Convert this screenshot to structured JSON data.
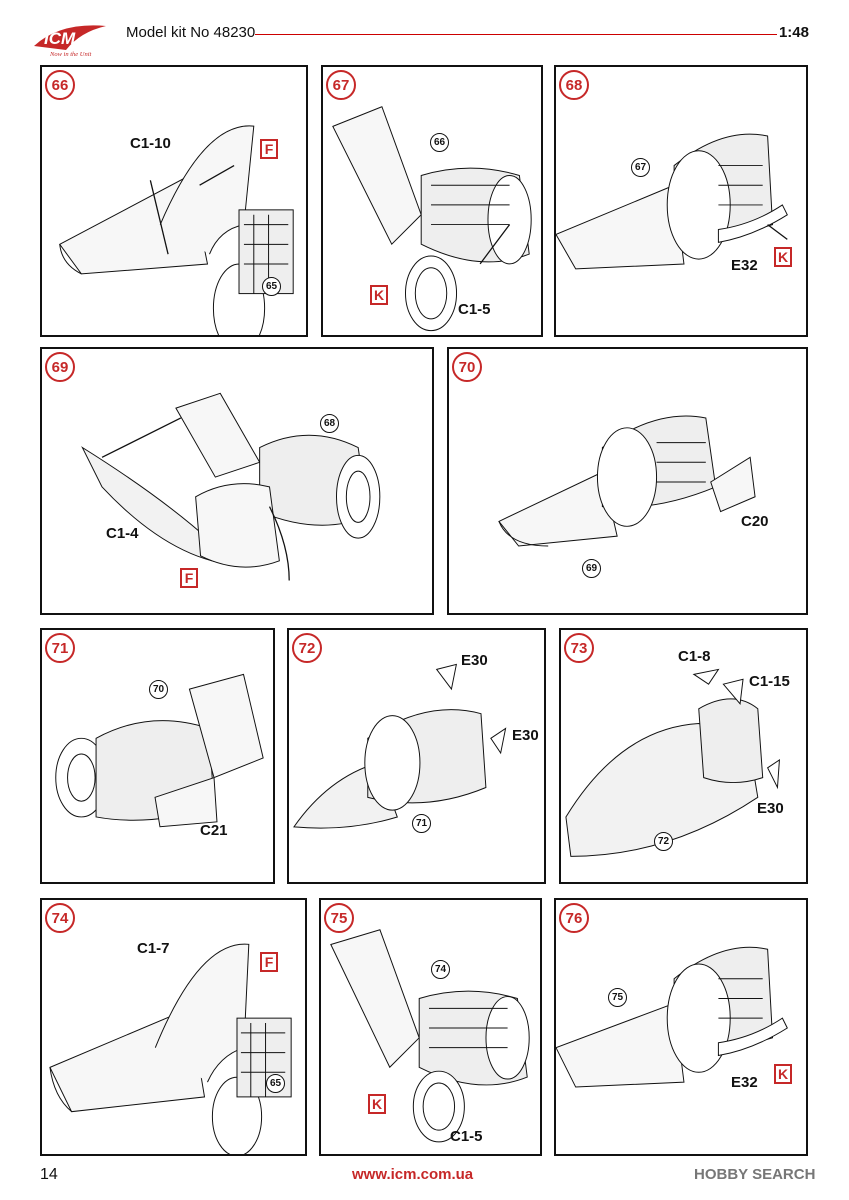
{
  "header": {
    "logo_text": "ICM",
    "logo_tagline": "Now in the Unit",
    "title": "Model kit No 48230",
    "scale": "1:48"
  },
  "colors": {
    "accent": "#c62828",
    "line": "#111111"
  },
  "steps": [
    {
      "number": "66",
      "labels": [
        "C1-10"
      ],
      "refs": [
        "65"
      ],
      "color_codes": [
        "F"
      ]
    },
    {
      "number": "67",
      "labels": [
        "C1-5"
      ],
      "refs": [
        "66"
      ],
      "color_codes": [
        "K"
      ]
    },
    {
      "number": "68",
      "labels": [
        "E32"
      ],
      "refs": [
        "67"
      ],
      "color_codes": [
        "K"
      ]
    },
    {
      "number": "69",
      "labels": [
        "C1-4"
      ],
      "refs": [
        "68"
      ],
      "color_codes": [
        "F"
      ]
    },
    {
      "number": "70",
      "labels": [
        "C20"
      ],
      "refs": [
        "69"
      ],
      "color_codes": []
    },
    {
      "number": "71",
      "labels": [
        "C21"
      ],
      "refs": [
        "70"
      ],
      "color_codes": []
    },
    {
      "number": "72",
      "labels": [
        "E30",
        "E30"
      ],
      "refs": [
        "71"
      ],
      "color_codes": []
    },
    {
      "number": "73",
      "labels": [
        "C1-8",
        "C1-15",
        "E30"
      ],
      "refs": [
        "72"
      ],
      "color_codes": []
    },
    {
      "number": "74",
      "labels": [
        "C1-7"
      ],
      "refs": [
        "65"
      ],
      "color_codes": [
        "F"
      ]
    },
    {
      "number": "75",
      "labels": [
        "C1-5"
      ],
      "refs": [
        "74"
      ],
      "color_codes": [
        "K"
      ]
    },
    {
      "number": "76",
      "labels": [
        "E32"
      ],
      "refs": [
        "75"
      ],
      "color_codes": [
        "K"
      ]
    }
  ],
  "footer": {
    "page_number": "14",
    "url": "www.icm.com.ua",
    "watermark": "HOBBY SEARCH"
  }
}
